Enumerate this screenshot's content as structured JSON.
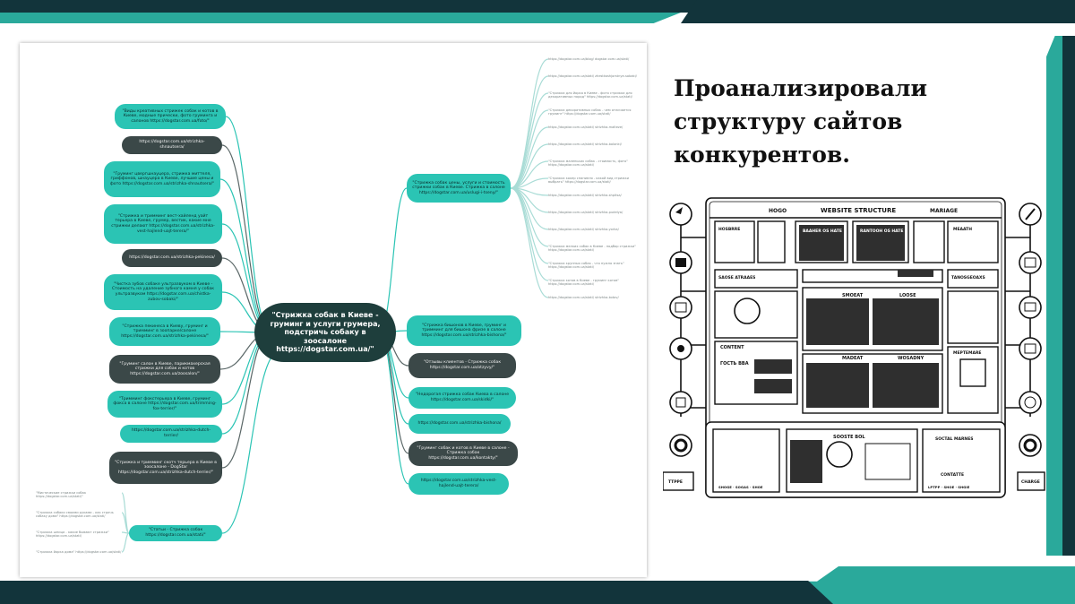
{
  "slide": {
    "title_lines": [
      "Проанализировали",
      "структуру сайтов",
      "конкурентов."
    ]
  },
  "mindmap": {
    "center": "\"Стрижка собак в Киеве - груминг и услуги грумера, подстричь собаку в зоосалоне https://dogstar.com.ua/\"",
    "left_nodes": [
      "\"Виды креативных стрижек собак и котов в Киеве, модные прически, фото груминга и салонов https://dogstar.com.ua/foto/\"",
      "https://dogstar.com.ua/strizhka-shnautsera/",
      "\"Груминг цвергшнауцера, стрижка миттеля, гриффонов, шнауцера в Киеве, лучшие цены и фото https://dogstar.com.ua/strizhka-shnautsera/\"",
      "\"Стрижка и тримминг вест-хайленд уайт терьера в Киеве, грумер, вестик, какие мне стрижки делают https://dogstar.com.ua/strizhka-vest-hajlend-uajt-terera/\"",
      "https://dogstar.com.ua/strizhka-pekinesa/",
      "\"Чистка зубов собаке ультразвуком в Киеве - Стоимость на удаление зубного камня у собак ультразвуком https://dogstar.com.ua/chistka-zubov-sobaki/\"",
      "\"Стрижка пекинеса в Киеву, груминг и тримминг в зоопарке/салоне https://dogstar.com.ua/strizhka-pekinesa/\"",
      "\"Груминг салон в Киеве, парикмахерская стрижки для собак и котов https://dogstar.com.ua/zoosalon/\"",
      "\"Тримминг фокстерьера в Киеве, груминг фокса в салоне https://dogstar.com.ua/trimming-fox-terrier/\"",
      "https://dogstar.com.ua/strizhka-dutch-terrier/",
      "\"Стрижка и тримминг скотч терьера в Киеве в зоосалоне - DogStar https://dogstar.com.ua/strizhka-dutch-terrier/\""
    ],
    "right_nodes": [
      "\"Стрижка собак цены, услуги и стоимость стрижки собак в Киеве. Стрижка в салоне https://dogstar.com.ua/uslugi-i-tseny/\"",
      "\"Стрижка бишонов в Киеве, груминг и тримминг для бишона фризе в салоне https://dogstar.com.ua/strizhka-bishona/\"",
      "\"Отзывы клиентов - Стрижка собак https://dogstar.com.ua/otzyvy/\"",
      "\"Недорогая стрижка собак Киева в салоне https://dogstar.com.ua/skidki/\"",
      "https://dogstar.com.ua/strizhka-bishona/",
      "\"Груминг собак и котов в Киеве в салоне - Стрижка собак https://dogstar.com.ua/kontakty/\"",
      "https://dogstar.com.ua/strizhka-vest-hajlend-uajt-terera/"
    ],
    "bottom_node": "\"Статьи - Стрижка собак https://dogstar.com.ua/stati/\"",
    "right_small_items": [
      "https://dogstar.com.ua/blog/ dogstar.com.ua/stati/",
      "https://dogstar.com.ua/stati/ zhestkoshjorstnye-sobaki/",
      "\"Стрижка для йорка в Киеве - фото стрижки для декоративных пород\" https://dogstar.com.ua/stati/",
      "\"Стрижка декоративных собак - чем отличается груминг\" https://dogstar.com.ua/stati/",
      "https://dogstar.com.ua/stati/ strizhka-malteze/",
      "https://dogstar.com.ua/stati/ strizhka-bolonki/",
      "\"Стрижка маленьких собак - стоимость, фото\" https://dogstar.com.ua/stati/",
      "\"Стрижка кокер спаниеля - какой вид стрижки выбрать\" https://dogstar.com.ua/stati/",
      "https://dogstar.com.ua/stati/ strizhka-shpitsa/",
      "https://dogstar.com.ua/stati/ strizhka-pudelya/",
      "https://dogstar.com.ua/stati/ strizhka-yorka/",
      "\"Стрижка мелких собак в Киеве - подбор стрижки\" https://dogstar.com.ua/stati/",
      "\"Стрижка крупных собак - что нужно знать\" https://dogstar.com.ua/stati/",
      "\"Стрижка котов в Киеве - груминг котов\" https://dogstar.com.ua/stati/",
      "https://dogstar.com.ua/stati/ strizhka-kotov/"
    ],
    "left_small_items": [
      "\"Мистические стрижки собак https://dogstar.com.ua/stati/\"",
      "\"Стрижка собаки своими руками - как стричь собаку дома\" https://dogstar.com.ua/stati/",
      "\"Стрижка шпица - какие бывают стрижки\" https://dogstar.com.ua/stati/",
      "\"Стрижка йорка дома\" https://dogstar.com.ua/stati/"
    ]
  },
  "wireframe": {
    "header_left": "HOGO",
    "header_center": "WEBSITE STRUCTURE",
    "header_right": "MARIAGE",
    "nav_tabs": [
      "HOSBRRE",
      "BAAHER OS HATE",
      "RANTOOH OS HATE",
      "MEAATH"
    ],
    "row2_labels": [
      "SAOSE ATRAAES",
      "TANOSGEOAXS"
    ],
    "middle_labels": [
      "SMOEAT",
      "LOOSE"
    ],
    "content_label": "CONTENT",
    "content_sub": "ГОСТЬ ВВА",
    "middle2_labels": [
      "MADEAT",
      "WOSADNY"
    ],
    "right_label": "MEPTEMARE",
    "bottom_center": "SOOSTE BOL",
    "bottom_right": "SOCTAL MARNES",
    "bottom_right2": "CONTATTE",
    "bottom_left_btn": "TTPPE",
    "bottom_right_btn": "CHARGE",
    "footer_links_left": "SHOGE · SOGAS · SHOE",
    "footer_links_right": "LPTPP · SHOE · SHGIE"
  }
}
